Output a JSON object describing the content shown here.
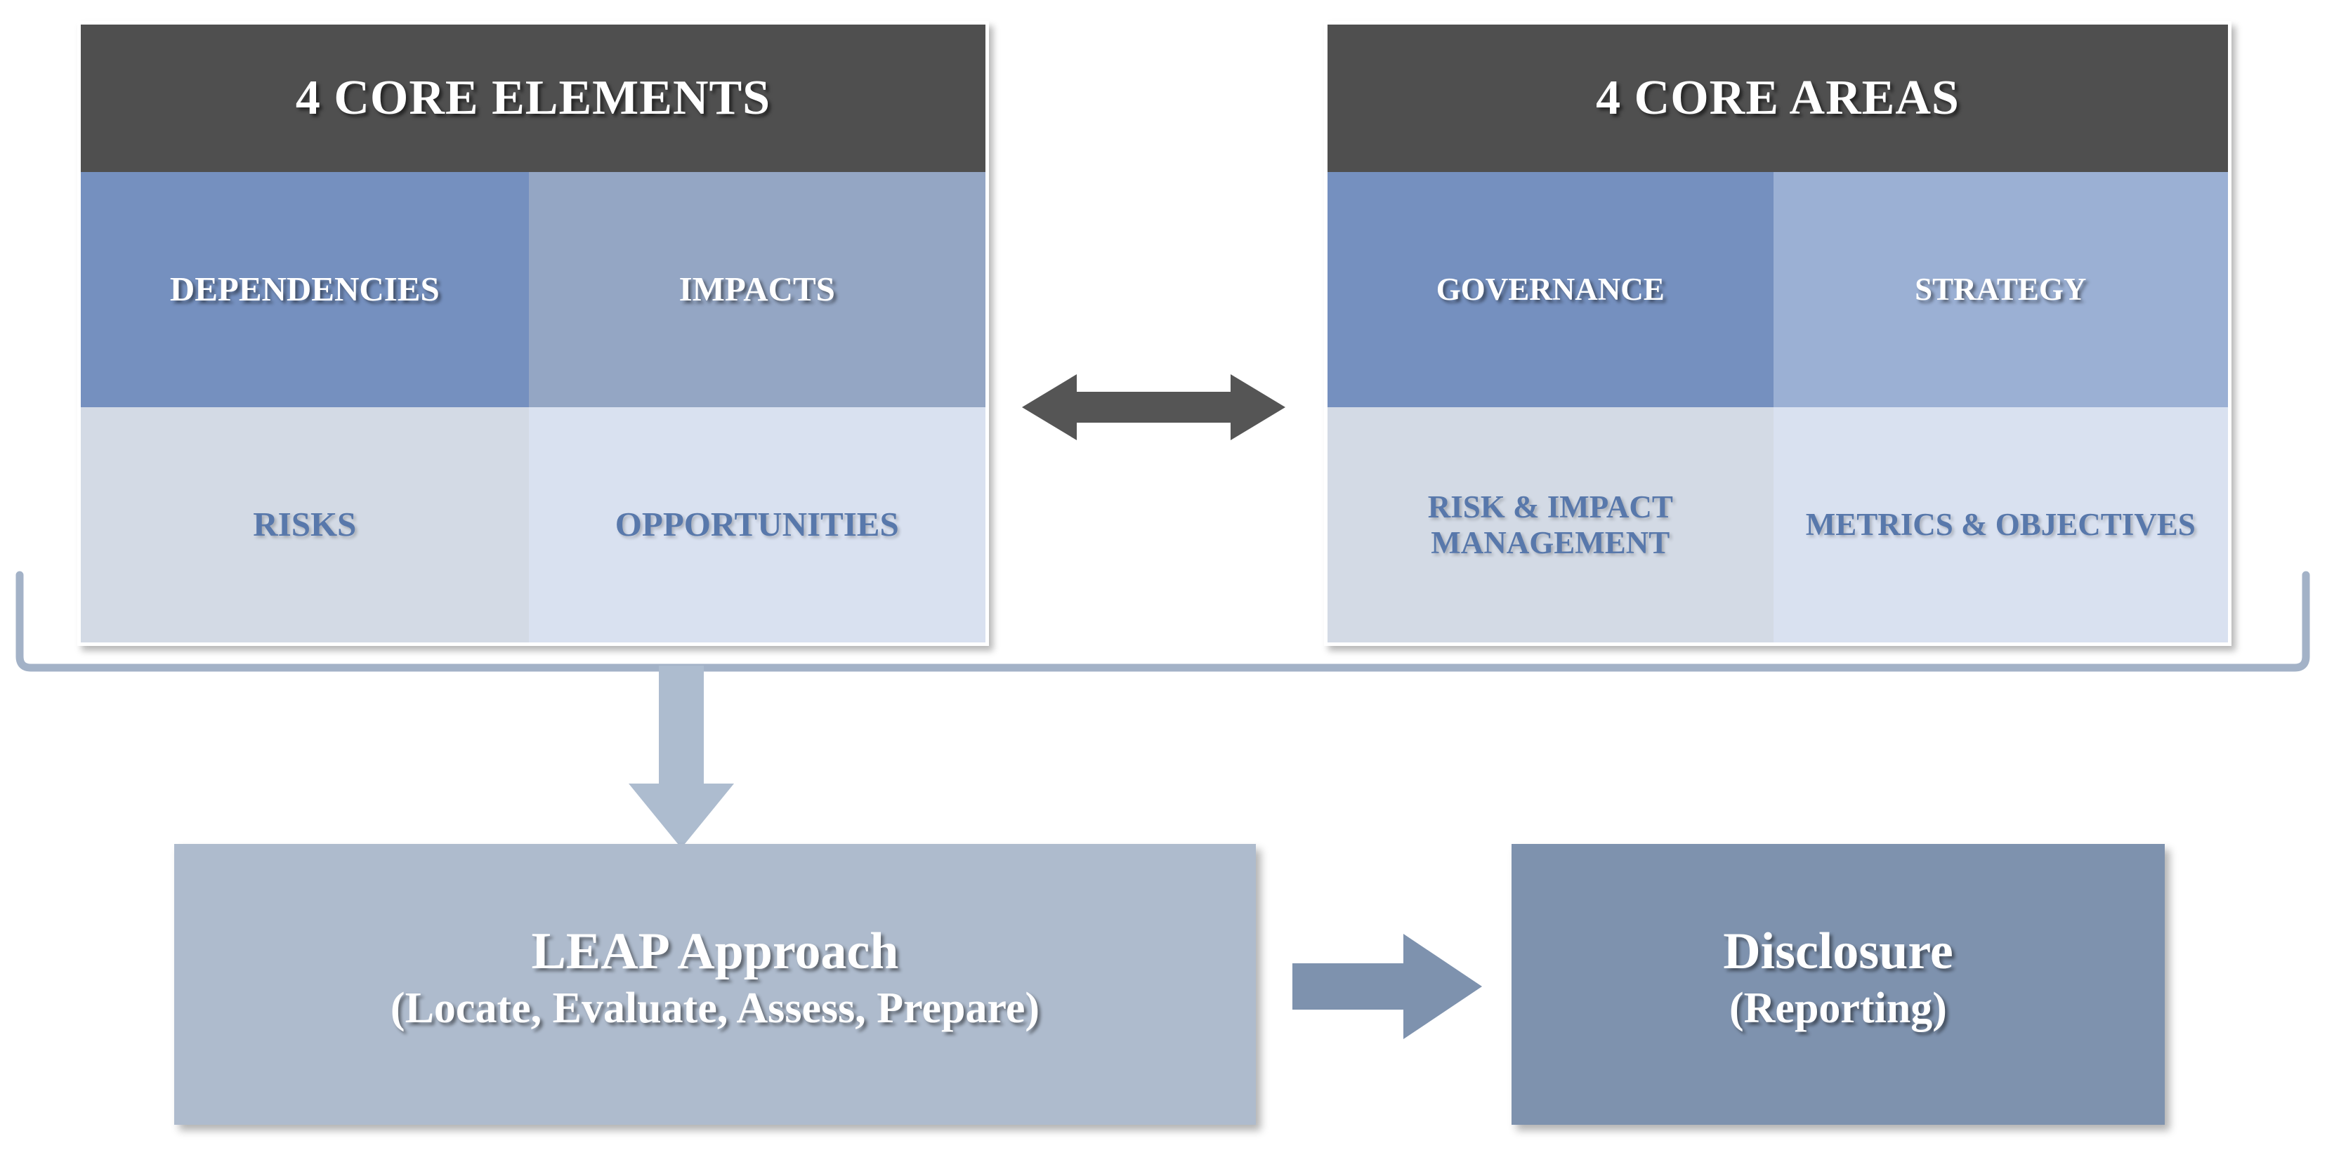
{
  "diagram": {
    "title_hidden": "",
    "panels": [
      {
        "id": "core-elements",
        "header": "4 CORE ELEMENTS",
        "cells": [
          {
            "label": "DEPENDENCIES",
            "fill": "#7590bf",
            "text_color": "#ffffff"
          },
          {
            "label": "IMPACTS",
            "fill": "#94a6c4",
            "text_color": "#ffffff"
          },
          {
            "label": "RISKS",
            "fill": "#d3dae5",
            "text_color": "#5878ab"
          },
          {
            "label": "OPPORTUNITIES",
            "fill": "#d9e1f0",
            "text_color": "#5878ab"
          }
        ]
      },
      {
        "id": "core-areas",
        "header": "4 CORE AREAS",
        "cells": [
          {
            "label": "GOVERNANCE",
            "fill": "#7590bf",
            "text_color": "#ffffff"
          },
          {
            "label": "STRATEGY",
            "fill": "#9bb0d4",
            "text_color": "#ffffff"
          },
          {
            "label": "RISK & IMPACT MANAGEMENT",
            "fill": "#d3dae5",
            "text_color": "#5878ab"
          },
          {
            "label": "METRICS & OBJECTIVES",
            "fill": "#d9e1f0",
            "text_color": "#5878ab"
          }
        ]
      }
    ],
    "connector": {
      "name": "bidirectional-arrow",
      "color": "#555555"
    },
    "bracket": {
      "name": "grouping-bracket",
      "color": "#a3b2c7"
    },
    "down_arrow": {
      "name": "down-arrow",
      "color": "#adbccf"
    },
    "flow_arrow": {
      "name": "right-arrow",
      "color": "#7e92ae"
    },
    "bottom_boxes": [
      {
        "id": "leap",
        "line1": "LEAP Approach",
        "line2": "(Locate, Evaluate, Assess, Prepare)",
        "fill": "#aebbcd",
        "text_color": "#ffffff"
      },
      {
        "id": "disclosure",
        "line1": "Disclosure",
        "line2": "(Reporting)",
        "fill": "#7e92ae",
        "text_color": "#ffffff"
      }
    ],
    "colors": {
      "header_bar": "#4f4f4f",
      "accent_blue": "#7590bf",
      "blue_text": "#5878ab",
      "background": "#ffffff"
    }
  }
}
